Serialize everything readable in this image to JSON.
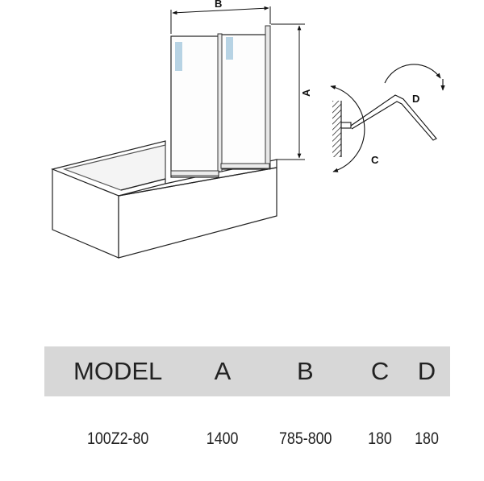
{
  "diagram": {
    "labels": {
      "a": "A",
      "b": "B",
      "c": "C",
      "d": "D"
    }
  },
  "table": {
    "headers": [
      "MODEL",
      "A",
      "B",
      "C",
      "D"
    ],
    "rows": [
      [
        "100Z2-80",
        "1400",
        "785-800",
        "180",
        "180"
      ]
    ]
  }
}
